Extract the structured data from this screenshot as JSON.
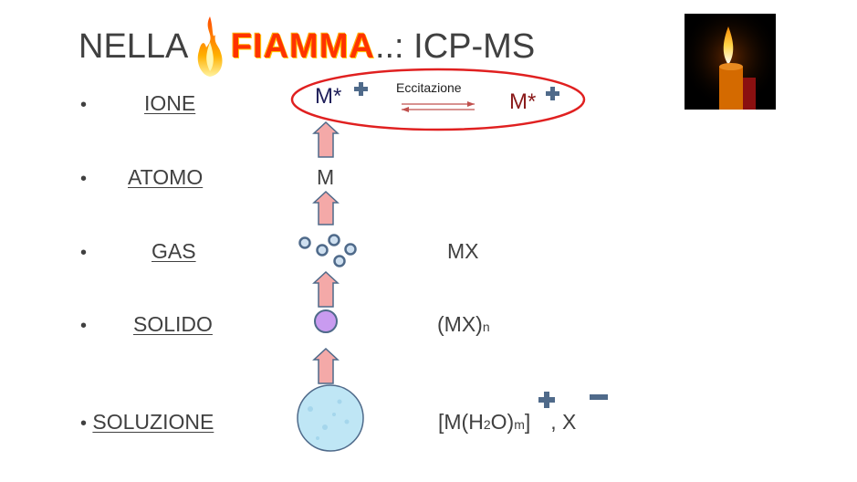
{
  "title": {
    "prefix": "NELLA",
    "highlight": "FIAMMA",
    "suffix": "..: ICP-MS"
  },
  "rows": [
    {
      "bullet": "•",
      "label": "IONE"
    },
    {
      "bullet": "•",
      "label": "ATOMO"
    },
    {
      "bullet": "•",
      "label": "GAS"
    },
    {
      "bullet": "•",
      "label": "SOLIDO"
    },
    {
      "bullet": "•",
      "label": "SOLUZIONE"
    }
  ],
  "species": {
    "ion_left": "M*",
    "ion_right": "M*",
    "atom": "M",
    "gas": "MX",
    "solid": "(MX)",
    "solid_sub": "n",
    "solution_a": "[M(H",
    "solution_sub1": "2",
    "solution_b": "O)",
    "solution_sub2": "m",
    "solution_c": "]",
    "solution_d": ", X"
  },
  "excitation_label": "Eccitazione",
  "colors": {
    "text": "#404040",
    "ion_text": "#1f1f5a",
    "ion_right_text": "#8a1a1a",
    "arrow_fill": "#f4a9a8",
    "arrow_stroke": "#4f6a8a",
    "ellipse": "#e02020",
    "plus_icon": "#4f6a8a",
    "gas_bubble": "#4f6a8a",
    "solid_ball": "#c99bf0",
    "solution_ball": "#bfe6f5"
  }
}
